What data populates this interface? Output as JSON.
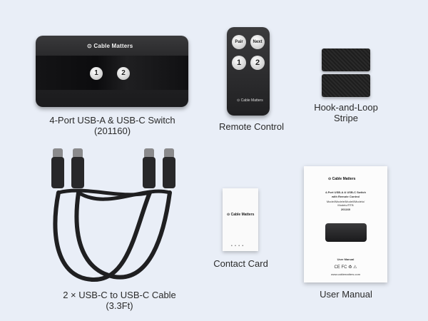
{
  "brand": "Cable Matters",
  "switch": {
    "caption_line1": "4-Port USB-A & USB-C Switch",
    "caption_line2": "(201160)",
    "btn1": "1",
    "btn2": "2"
  },
  "remote": {
    "caption": "Remote Control",
    "pair": "Pair",
    "next": "Next",
    "btn1": "1",
    "btn2": "2"
  },
  "hookloop": {
    "caption_line1": "Hook-and-Loop",
    "caption_line2": "Stripe"
  },
  "cable": {
    "caption_line1": "2 × USB-C to USB-C Cable",
    "caption_line2": "(3.3Ft)"
  },
  "card": {
    "caption": "Contact Card",
    "dots": "• • • •"
  },
  "manual": {
    "caption": "User Manual",
    "line1": "4-Port USB-A & USB-C Switch",
    "line2": "with Remote Control",
    "line3": "Model/Modele/Modell/Modelo/",
    "line4": "Modelo/ΠΤΒ",
    "model": "201160",
    "label": "User Manual",
    "marks": "CE FC ♻ ⚠",
    "site": "www.cablematters.com"
  },
  "colors": {
    "background": "#e9eef7",
    "device": "#232325",
    "caption_text": "#2a2a2a"
  }
}
